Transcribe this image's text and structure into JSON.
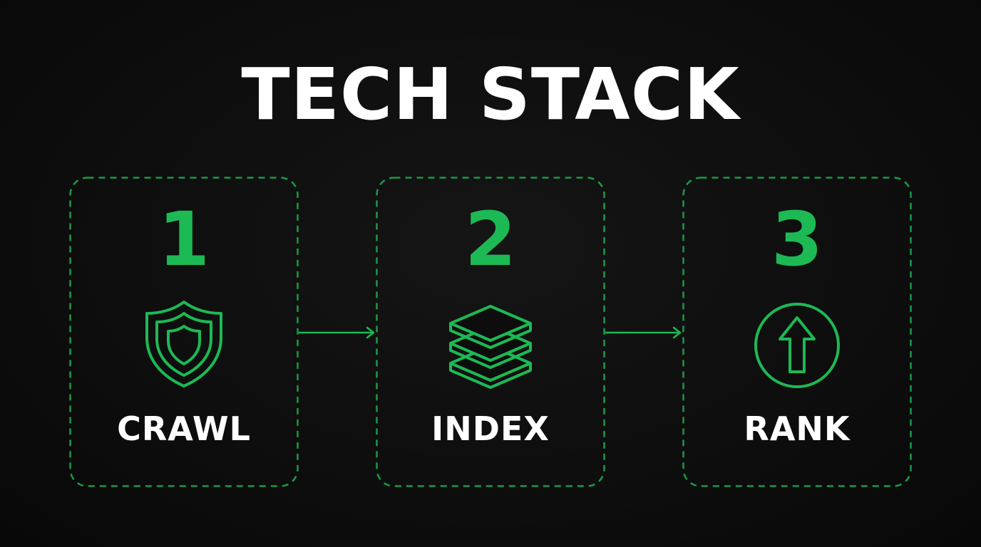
{
  "title": "TECH STACK",
  "colors": {
    "accent": "#1db954",
    "frame": "#1a9a47",
    "background": "#0d0d0d",
    "text": "#ffffff"
  },
  "steps": [
    {
      "number": "1",
      "label": "CRAWL",
      "icon": "shield-icon"
    },
    {
      "number": "2",
      "label": "INDEX",
      "icon": "stacked-layers-icon"
    },
    {
      "number": "3",
      "label": "RANK",
      "icon": "arrow-up-circle-icon"
    }
  ]
}
